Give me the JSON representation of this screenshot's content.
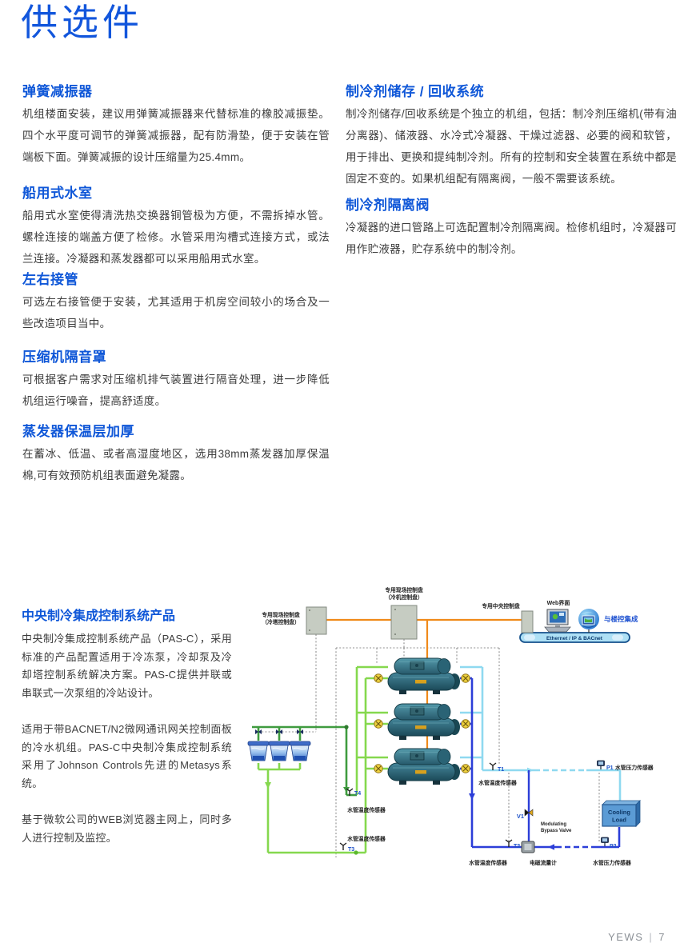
{
  "page": {
    "title": "供选件"
  },
  "footer": {
    "brand": "YEWS",
    "sep": "|",
    "page": "7"
  },
  "colors": {
    "accent_blue": "#1256DC",
    "body_text": "#3C3C3C",
    "wire_orange": "#F08A1A",
    "pipe_green_light": "#85D84E",
    "pipe_green_dark": "#3F9B3F",
    "pipe_blue_dark": "#2C3ED8",
    "pipe_cyan": "#8FD9F0",
    "ethernet_bar": "#AEE0F5"
  },
  "sections": {
    "left": [
      {
        "heading": "弹簧减振器",
        "body": "机组楼面安装，建议用弹簧减振器来代替标准的橡胶减振垫。四个水平度可调节的弹簧减振器，配有防滑垫，便于安装在管端板下面。弹簧减振的设计压缩量为25.4mm。"
      },
      {
        "heading": "船用式水室",
        "body": "船用式水室使得清洗热交换器铜管极为方便，不需拆掉水管。螺栓连接的端盖方便了检修。水管采用沟槽式连接方式，或法兰连接。冷凝器和蒸发器都可以采用船用式水室。"
      },
      {
        "heading": "左右接管",
        "body": "可选左右接管便于安装，尤其适用于机房空间较小的场合及一些改造项目当中。"
      },
      {
        "heading": "压缩机隔音罩",
        "body": "可根据客户需求对压缩机排气装置进行隔音处理，进一步降低机组运行噪音，提高舒适度。"
      },
      {
        "heading": "蒸发器保温层加厚",
        "body": "在蓄冰、低温、或者高湿度地区，选用38mm蒸发器加厚保温棉,可有效预防机组表面避免凝露。"
      }
    ],
    "right": [
      {
        "heading": "制冷剂储存 / 回收系统",
        "body": "制冷剂储存/回收系统是个独立的机组，包括：制冷剂压缩机(带有油分离器)、储液器、水冷式冷凝器、干燥过滤器、必要的阀和软管，用于排出、更换和提纯制冷剂。所有的控制和安全装置在系统中都是固定不变的。如果机组配有隔离阀，一般不需要该系统。"
      },
      {
        "heading": "制冷剂隔离阀",
        "body": "冷凝器的进口管路上可选配置制冷剂隔离阀。检修机组时，冷凝器可用作贮液器，贮存系统中的制冷剂。"
      }
    ]
  },
  "bottom": {
    "heading": "中央制冷集成控制系统产品",
    "paragraphs": [
      "中央制冷集成控制系统产品（PAS-C），采用标准的产品配置适用于冷冻泵，冷却泵及冷却塔控制系统解决方案。PAS-C提供并联或串联式一次泵组的冷站设计。",
      "适用于带BACNET/N2微网通讯网关控制面板的冷水机组。PAS-C中央制冷集成控制系统采用了Johnson Controls先进的Metasys系统。",
      "基于微软公司的WEB浏览器主网上，同时多人进行控制及监控。"
    ]
  },
  "diagram": {
    "labels": {
      "field1_l1": "专用现场控制盘",
      "field1_l2": "（冷塔控制盘）",
      "field2_l1": "专用现场控制盘",
      "field2_l2": "（冷机控制盘）",
      "central_panel": "专用中央控制盘",
      "web": "Web界面",
      "bms": "与楼控集成",
      "ethernet": "Ethernet / IP & BACnet",
      "temp_sensor": "水管温度传感器",
      "pressure_sensor": "水管压力传感器",
      "flow_meter": "电磁流量计",
      "bypass_l1": "Modulating",
      "bypass_l2": "Bypass Valve",
      "cooling_l1": "Cooling",
      "cooling_l2": "Load"
    },
    "tags": {
      "t1": "T1",
      "t2": "T2",
      "t3": "T3",
      "t4": "T4",
      "v1": "V1",
      "p1": "P1",
      "p2": "P2"
    }
  }
}
